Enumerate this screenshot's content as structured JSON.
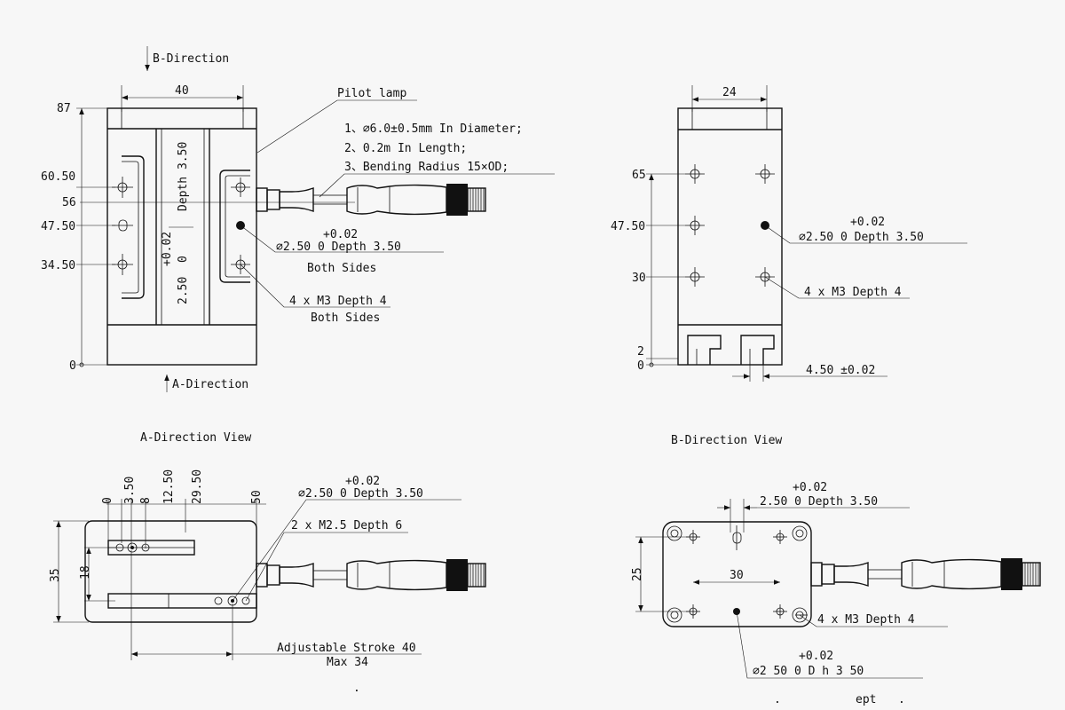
{
  "views": {
    "front": {
      "direction_b_label": "B-Direction",
      "direction_a_label": "A-Direction",
      "width_dim": "40",
      "y_dims": [
        "87",
        "60.50",
        "56",
        "47.50",
        "34.50",
        "0"
      ],
      "vertical_note_1": "Depth 3.50",
      "vertical_note_2": "+0.02",
      "vertical_note_3": "0",
      "vertical_note_4": "2.50",
      "pilot_lamp_label": "Pilot lamp",
      "cable_notes": [
        "1、∅6.0±0.5mm In Diameter;",
        "2、0.2m In Length;",
        "3、Bending Radius 15×OD;"
      ],
      "pin_tol_top": "+0.02",
      "pin_spec": "∅2.50  0     Depth 3.50",
      "pin_sides": "Both Sides",
      "thread_spec": "4 x M3 Depth 4",
      "thread_sides": "Both Sides"
    },
    "side": {
      "width_dim": "24",
      "y_dims": [
        "65",
        "47.50",
        "30",
        "2",
        "0"
      ],
      "pin_tol_top": "+0.02",
      "pin_spec": "∅2.50  0     Depth 3.50",
      "thread_spec": "4 x M3 Depth 4",
      "slot_dim": "4.50  ±0.02"
    },
    "a_view": {
      "title": "A-Direction View",
      "x_dims": [
        "0",
        "3.50",
        "8",
        "12.50",
        "29.50",
        "50"
      ],
      "height_outer": "35",
      "height_inner": "18",
      "pin_tol_top": "+0.02",
      "pin_spec": "∅2.50  0     Depth 3.50",
      "thread_spec": "2 x M2.5 Depth 6",
      "stroke_label": "Adjustable Stroke 40",
      "stroke_max": "Max 34",
      "stray_mark": "."
    },
    "b_view": {
      "title": "B-Direction View",
      "pin_tol_top": "+0.02",
      "pin_spec_top": "2.50  0     Depth 3.50",
      "height_dim": "25",
      "width_dim": "30",
      "thread_spec": "4 x  M3 Depth 4",
      "pin_tol_bottom": "+0.02",
      "pin_spec_bottom": "∅2 50  0     D     h 3 50",
      "footer_fragments": [
        ".",
        "ept",
        "."
      ]
    }
  }
}
